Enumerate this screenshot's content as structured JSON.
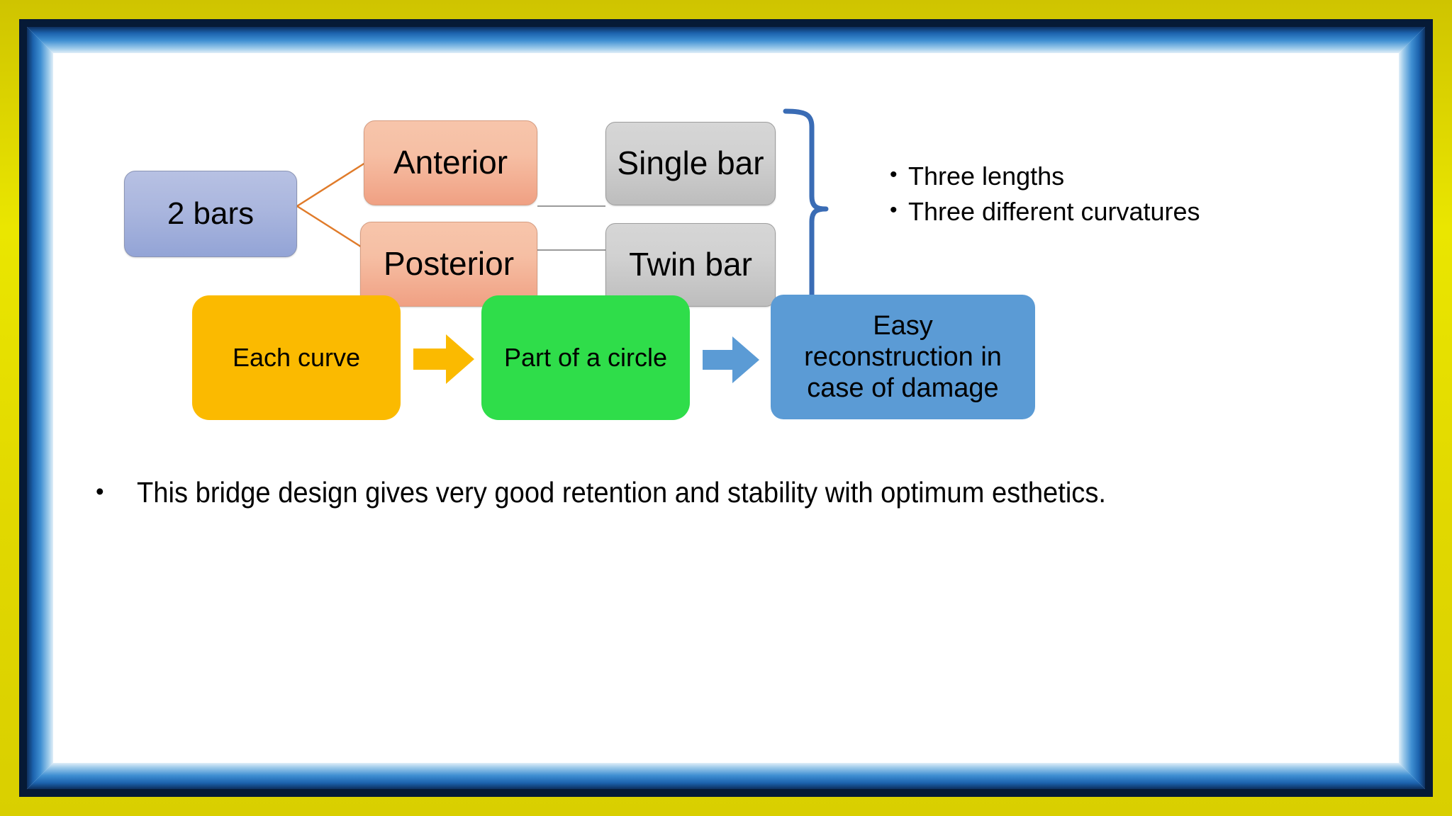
{
  "frame": {
    "outer_color": "#e2d900",
    "mid_color": "#061a36",
    "inner_color": "#1c63ae",
    "canvas_color": "#ffffff"
  },
  "hierarchy": {
    "root": {
      "label": "2 bars",
      "color": "#aab6de"
    },
    "branches": [
      {
        "label": "Anterior",
        "color": "#f2ad90",
        "child": {
          "label": "Single bar",
          "color": "#cccccc"
        }
      },
      {
        "label": "Posterior",
        "color": "#f2ad90",
        "child": {
          "label": "Twin bar",
          "color": "#cccccc"
        }
      }
    ],
    "brace_color": "#3a6cb5",
    "notes": [
      "Three lengths",
      "Three different curvatures"
    ]
  },
  "process_flow": {
    "steps": [
      {
        "label": "Each curve",
        "color": "#fbba00",
        "lines": [
          "Each curve"
        ]
      },
      {
        "label": "Part of a circle",
        "color": "#2fdd4a",
        "lines": [
          "Part of a circle"
        ]
      },
      {
        "label": "Easy reconstruction in case of damage",
        "color": "#5b9bd5",
        "lines": [
          "Easy",
          "reconstruction in",
          "case of damage"
        ]
      }
    ],
    "arrows": [
      {
        "name": "arrow-1",
        "color": "#fbba00"
      },
      {
        "name": "arrow-2",
        "color": "#5b9bd5"
      }
    ]
  },
  "footer": {
    "bullets": [
      "This bridge design gives very good retention and stability with optimum esthetics."
    ],
    "bullet_glyph": "•"
  },
  "glyphs": {
    "bullet": "•"
  }
}
